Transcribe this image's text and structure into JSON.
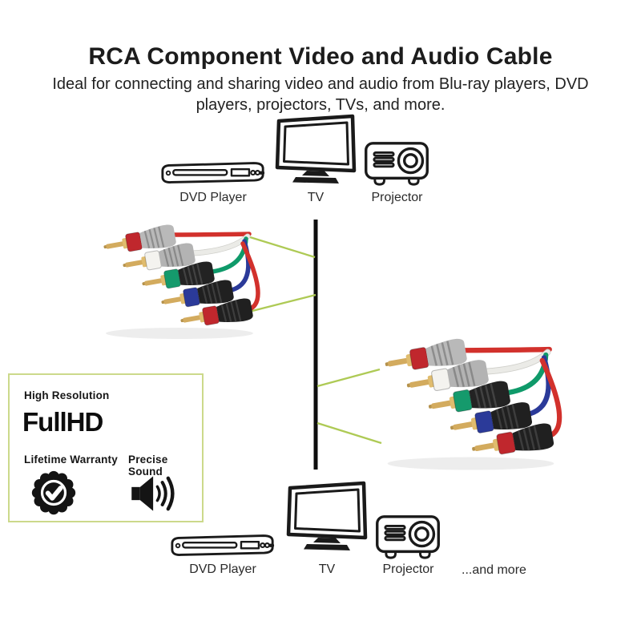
{
  "header": {
    "title": "RCA Component Video and Audio Cable",
    "subtitle": "Ideal for connecting and sharing video and audio from Blu-ray players, DVD players, projectors, TVs, and more."
  },
  "top_devices": [
    {
      "label": "DVD Player"
    },
    {
      "label": "TV"
    },
    {
      "label": "Projector"
    }
  ],
  "bottom_devices": [
    {
      "label": "DVD Player"
    },
    {
      "label": "TV"
    },
    {
      "label": "Projector"
    }
  ],
  "more_text": "...and more",
  "features": {
    "high_resolution": "High Resolution",
    "fullhd_logo": "FullHD",
    "lifetime_warranty": "Lifetime Warranty",
    "precise_sound": "Precise Sound"
  },
  "cable": {
    "connectors": [
      {
        "name": "red",
        "ring": "#c0272d",
        "body": "#b9b9b9",
        "rib": "#8d8d8d",
        "wire": "#d2312c",
        "halo": ""
      },
      {
        "name": "white",
        "ring": "#f4f3ef",
        "body": "#b3b3b3",
        "rib": "#898989",
        "wire": "#ebebe7",
        "halo": "#cfcfca"
      },
      {
        "name": "green",
        "ring": "#159a6c",
        "body": "#232323",
        "rib": "#424242",
        "wire": "#0f9a6a",
        "halo": ""
      },
      {
        "name": "blue",
        "ring": "#2b3a99",
        "body": "#202020",
        "rib": "#3d3d3d",
        "wire": "#2b3a99",
        "halo": ""
      },
      {
        "name": "red",
        "ring": "#c0272d",
        "body": "#202020",
        "rib": "#3d3d3d",
        "wire": "#d2312c",
        "halo": ""
      }
    ]
  },
  "colors": {
    "accent": "#a3c737",
    "pointer_line": "#aeca55",
    "box_border": "#ccd98b",
    "ink": "#1a1a1a"
  }
}
